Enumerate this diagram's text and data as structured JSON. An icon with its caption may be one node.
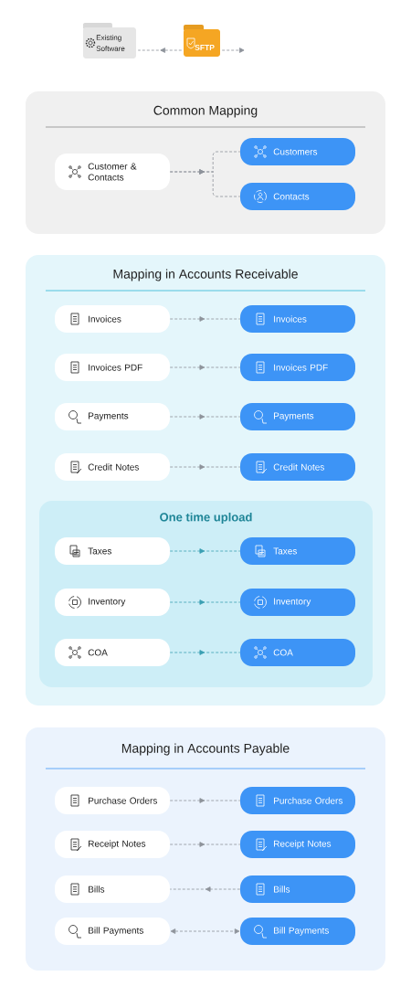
{
  "diagram": {
    "nodes": [
      {
        "text": [
          "Existing Software"
        ]
      },
      {
        "text": [
          "SFTP"
        ]
      },
      {
        "text": [
          "Common Mapping"
        ]
      },
      {
        "text": [
          "Customer & Contacts"
        ],
        "in": 2
      },
      {
        "text": [
          "Customers"
        ],
        "in": 2
      },
      {
        "text": [
          "Contacts"
        ],
        "in": 2
      },
      {
        "text": [
          "Mapping in Accounts Receivable"
        ]
      },
      {
        "text": [
          "Invoices"
        ],
        "in": 6
      },
      {
        "text": [
          "Invoices"
        ],
        "in": 6
      },
      {
        "text": [
          "Invoices PDF"
        ],
        "in": 6
      },
      {
        "text": [
          "Invoices PDF"
        ],
        "in": 6
      },
      {
        "text": [
          "Payments"
        ],
        "in": 6
      },
      {
        "text": [
          "Payments"
        ],
        "in": 6
      },
      {
        "text": [
          "Credit Notes"
        ],
        "in": 6
      },
      {
        "text": [
          "Credit Notes"
        ],
        "in": 6
      },
      {
        "text": [
          "One time upload"
        ],
        "in": 6
      },
      {
        "text": [
          "Taxes"
        ],
        "in": 15
      },
      {
        "text": [
          "Taxes"
        ],
        "in": 15
      },
      {
        "text": [
          "Inventory"
        ],
        "in": 15
      },
      {
        "text": [
          "Inventory"
        ],
        "in": 15
      },
      {
        "text": [
          "COA"
        ],
        "in": 15
      },
      {
        "text": [
          "COA"
        ],
        "in": 15
      },
      {
        "text": [
          "Mapping in Accounts Payable"
        ]
      },
      {
        "text": [
          "Purchase Orders"
        ],
        "in": 22
      },
      {
        "text": [
          "Purchase Orders"
        ],
        "in": 22
      },
      {
        "text": [
          "Receipt Notes"
        ],
        "in": 22
      },
      {
        "text": [
          "Receipt Notes"
        ],
        "in": 22
      },
      {
        "text": [
          "Bills"
        ],
        "in": 22
      },
      {
        "text": [
          "Bills"
        ],
        "in": 22
      },
      {
        "text": [
          "Bill Payments"
        ],
        "in": 22
      },
      {
        "text": [
          "Bill Payments"
        ],
        "in": 22
      }
    ],
    "edges": [
      {
        "from": 1,
        "to": 0,
        "arrow": "to"
      },
      {
        "from": 1,
        "to": null,
        "arrow": "to"
      },
      {
        "from": 3,
        "to": 4,
        "arrow": "to"
      },
      {
        "from": 3,
        "to": 5,
        "arrow": "to"
      },
      {
        "from": 7,
        "to": 8,
        "arrow": "to"
      },
      {
        "from": 9,
        "to": 10,
        "arrow": "to"
      },
      {
        "from": 11,
        "to": 12,
        "arrow": "to"
      },
      {
        "from": 13,
        "to": 14,
        "arrow": "to"
      },
      {
        "from": 16,
        "to": 17,
        "arrow": "to",
        "color": "#3a9fb3"
      },
      {
        "from": 18,
        "to": 19,
        "arrow": "to",
        "color": "#3a9fb3"
      },
      {
        "from": 20,
        "to": 21,
        "arrow": "to",
        "color": "#3a9fb3"
      },
      {
        "from": 23,
        "to": 24,
        "arrow": "to"
      },
      {
        "from": 25,
        "to": 26,
        "arrow": "to"
      },
      {
        "from": 28,
        "to": 27,
        "arrow": "to"
      },
      {
        "from": 29,
        "to": 30,
        "arrow": "both"
      }
    ]
  }
}
